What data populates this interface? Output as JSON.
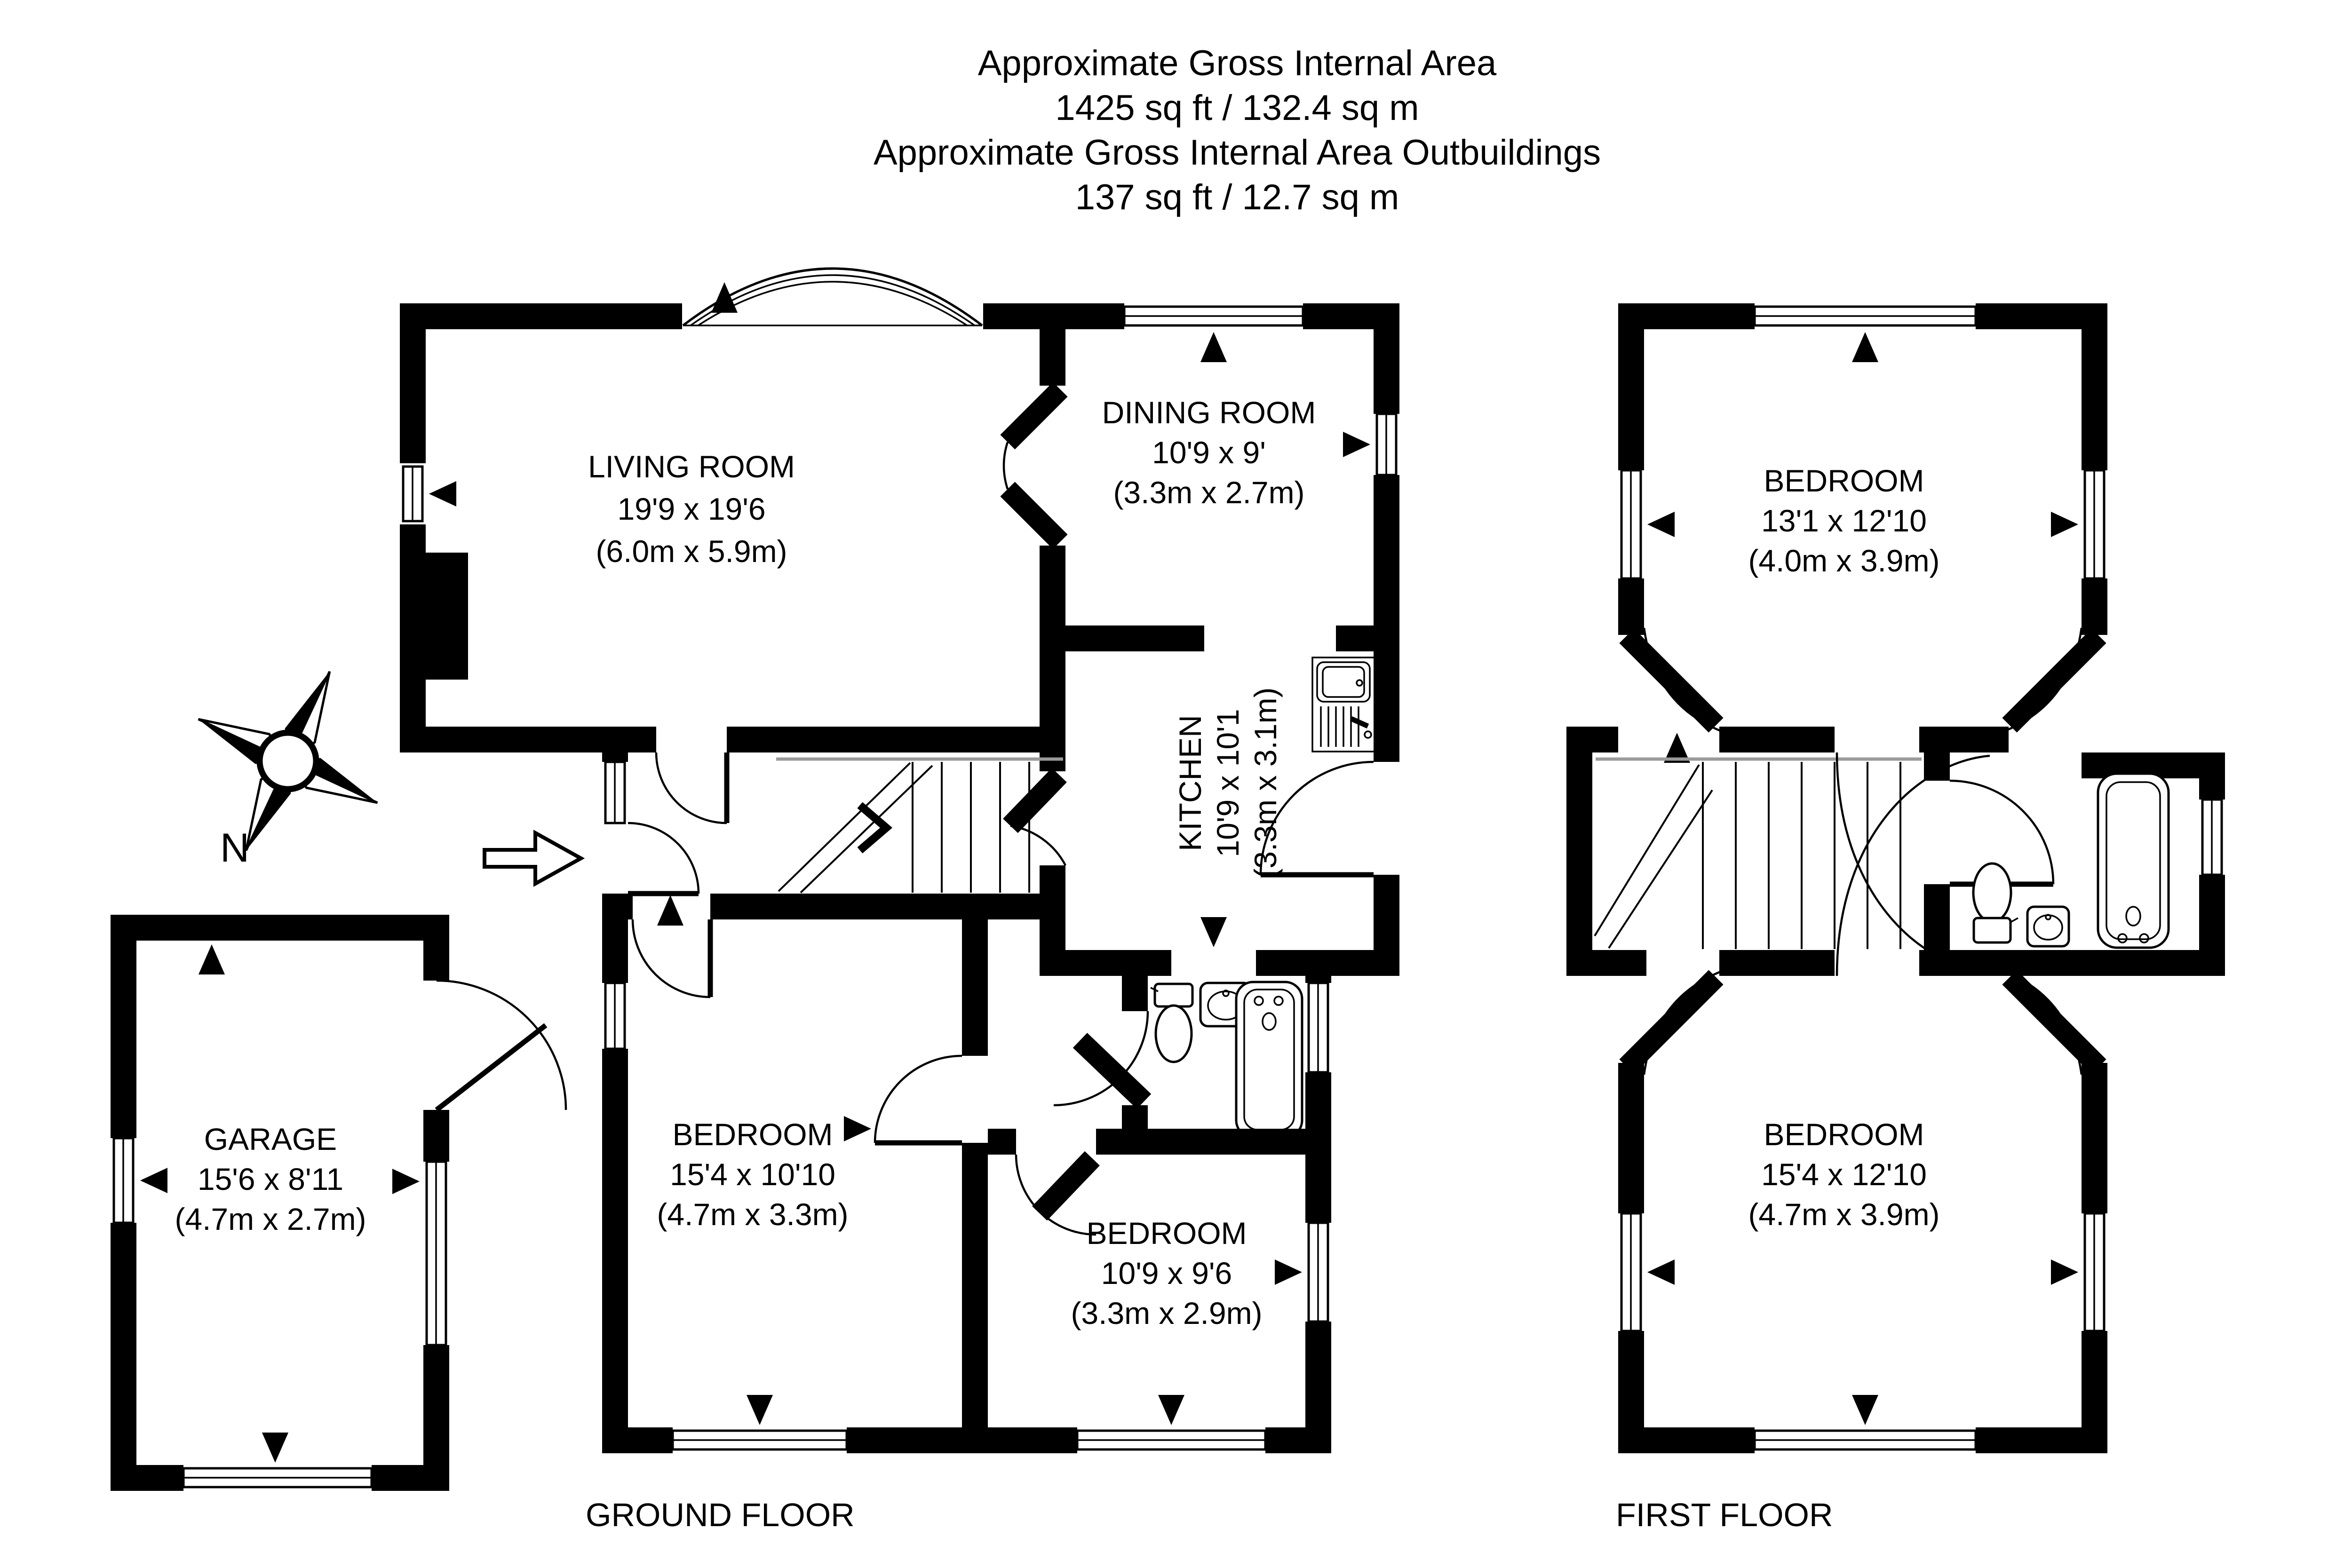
{
  "title": {
    "lines": [
      "Approximate Gross Internal Area",
      "1425 sq ft / 132.4 sq m",
      "Approximate Gross Internal Area Outbuildings",
      "137 sq ft / 12.7 sq m"
    ]
  },
  "ground_floor": {
    "label": "GROUND FLOOR",
    "rooms": {
      "living_room": {
        "name": "LIVING ROOM",
        "imperial": "19'9 x 19'6",
        "metric": "(6.0m x 5.9m)"
      },
      "dining_room": {
        "name": "DINING ROOM",
        "imperial": "10'9 x 9'",
        "metric": "(3.3m x 2.7m)"
      },
      "kitchen": {
        "name": "KITCHEN",
        "imperial": "10'9 x 10'1",
        "metric": "(3.3m x 3.1m)"
      },
      "bedroom_left": {
        "name": "BEDROOM",
        "imperial": "15'4 x 10'10",
        "metric": "(4.7m x 3.3m)"
      },
      "bedroom_right": {
        "name": "BEDROOM",
        "imperial": "10'9 x 9'6",
        "metric": "(3.3m x 2.9m)"
      }
    }
  },
  "outbuildings": {
    "garage": {
      "name": "GARAGE",
      "imperial": "15'6 x 8'11",
      "metric": "(4.7m x 2.7m)"
    }
  },
  "first_floor": {
    "label": "FIRST FLOOR",
    "rooms": {
      "bedroom_top": {
        "name": "BEDROOM",
        "imperial": "13'1 x 12'10",
        "metric": "(4.0m x 3.9m)"
      },
      "bedroom_bottom": {
        "name": "BEDROOM",
        "imperial": "15'4 x 12'10",
        "metric": "(4.7m x 3.9m)"
      }
    }
  },
  "compass": {
    "north_label": "N"
  },
  "colors": {
    "wall": "#000000",
    "background": "#ffffff",
    "stair_rail": "#9a9a9a"
  }
}
